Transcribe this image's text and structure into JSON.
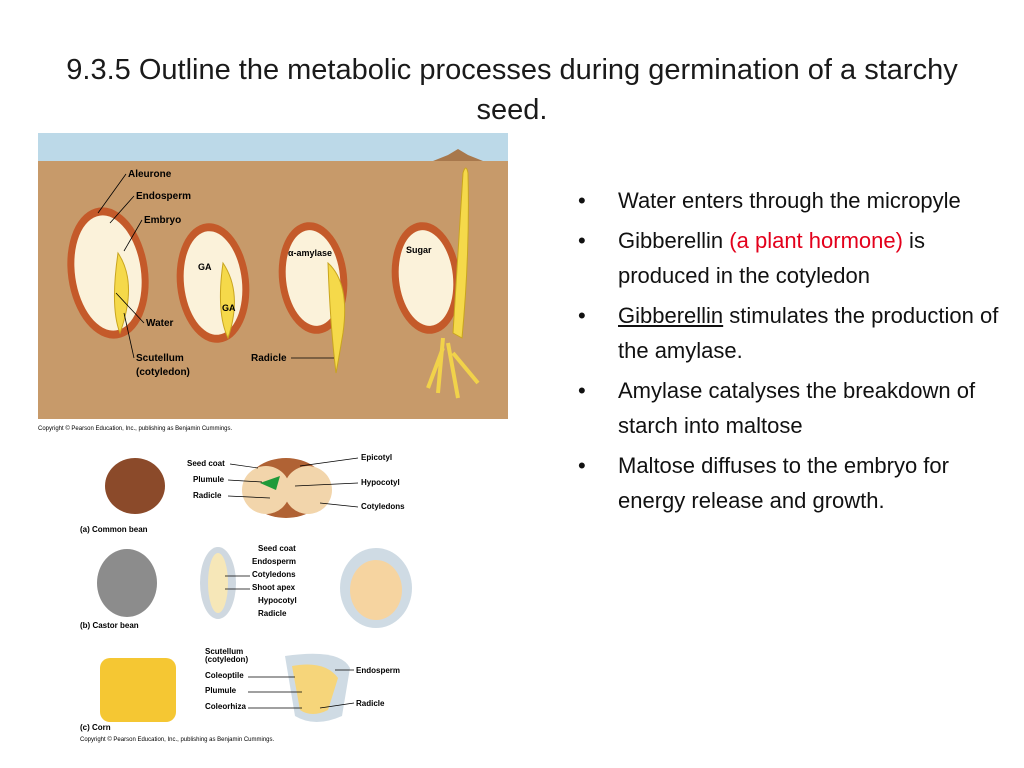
{
  "slide": {
    "title": "9.3.5 Outline the metabolic processes during germination of a starchy seed."
  },
  "bullets": [
    {
      "text": "Water enters through the micropyle"
    },
    {
      "pre": "Gibberellin ",
      "highlight": "(a plant hormone)",
      "post": " is produced in the cotyledon"
    },
    {
      "underlined": "Gibberellin",
      "post": " stimulates the production of the amylase."
    },
    {
      "text": "Amylase catalyses the breakdown of starch into maltose"
    },
    {
      "text": "Maltose diffuses to the embryo for energy release and growth."
    }
  ],
  "figure_top": {
    "labels": {
      "aleurone": "Aleurone",
      "endosperm": "Endosperm",
      "embryo": "Embryo",
      "water": "Water",
      "scutellum": "Scutellum",
      "cotyledon": "(cotyledon)",
      "ga1": "GA",
      "ga2": "GA",
      "radicle": "Radicle",
      "amylase": "α-amylase",
      "sugar": "Sugar"
    },
    "copyright": "Copyright © Pearson Education, Inc., publishing as Benjamin Cummings."
  },
  "figure_bottom": {
    "bean": {
      "seed_coat": "Seed coat",
      "plumule": "Plumule",
      "radicle": "Radicle",
      "epicotyl": "Epicotyl",
      "hypocotyl": "Hypocotyl",
      "cotyledons": "Cotyledons",
      "caption": "(a) Common bean"
    },
    "castor": {
      "seed_coat": "Seed coat",
      "endosperm": "Endosperm",
      "cotyledons": "Cotyledons",
      "shoot_apex": "Shoot apex",
      "hypocotyl": "Hypocotyl",
      "radicle": "Radicle",
      "caption": "(b) Castor bean"
    },
    "corn": {
      "scutellum": "Scutellum",
      "cotyledon": "(cotyledon)",
      "coleoptile": "Coleoptile",
      "plumule": "Plumule",
      "coleorhiza": "Coleorhiza",
      "endosperm": "Endosperm",
      "radicle": "Radicle",
      "caption": "(c) Corn"
    },
    "copyright": "Copyright © Pearson Education, Inc., publishing as Benjamin Cummings."
  }
}
